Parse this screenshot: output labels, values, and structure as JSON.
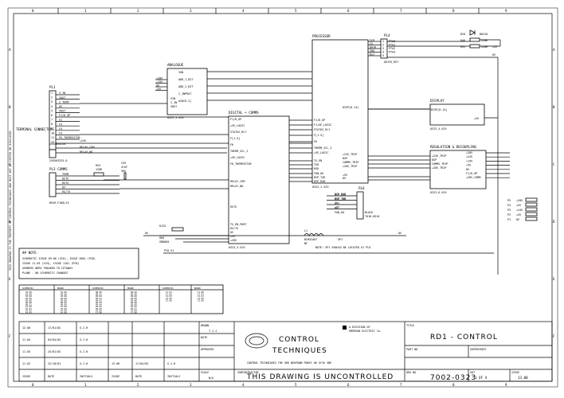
{
  "border": {
    "columns": [
      "0",
      "1",
      "2",
      "3",
      "4",
      "5",
      "6",
      "7",
      "8",
      "9"
    ],
    "rows": [
      "A",
      "B",
      "C",
      "D",
      "E",
      "F"
    ]
  },
  "blocks": {
    "processor": {
      "title": "PROCESSOR"
    },
    "analogue": {
      "title": "ANALOGUE",
      "sheet": "0323_3.SCH",
      "pins_left": [
        "+28V",
        "+15V",
        "0V",
        "+5V"
      ],
      "pins_right": [
        "ION",
        "ADD_1_BIT",
        "ADD_2_BIT",
        "I_INPROT",
        "AIDC0.2]"
      ],
      "pins_bottom": [
        "VIN",
        "I_IN",
        "VOUT"
      ]
    },
    "digital": {
      "title": "DIGITAL + COMMS",
      "sheet": "0323_5.SCH",
      "pins_left": [
        "F1/D_OP",
        "+VE_LOGIC",
        "STATUS_RLY",
        "F[1.5]",
        "F6",
        "THERM_SCL_2",
        "+VE_LOGIC",
        "F6_THERMISTOR",
        "RELAY_COM",
        "RELAY_NO",
        "RXTX",
        "TX_EN_PORT",
        "RX/TX",
        "0V",
        "+5V",
        "+28V"
      ],
      "pins_right": [
        "F1/D_OP",
        "F1+VE_LOGIC",
        "STATUS_RLY",
        "F[1.5]",
        "F6",
        "THERM_SCL_2",
        "+VE_LOGIC",
        "TX_EN",
        "TXD",
        "RXD",
        "FAN_OK",
        "DSP_TXD",
        "DSP_RXD"
      ]
    },
    "processor_port": {
      "sheet": "0323_2.SCH",
      "pins_left": [
        "DISP[0.14]",
        "+24V_TRIP",
        "DSP",
        "COMMS_TRIP",
        "+28V_TRIP",
        "+5V",
        "0V"
      ],
      "pins_right": [
        "DSP_RXD",
        "DSP_TXD",
        "0V",
        "+5V"
      ]
    },
    "display": {
      "title": "DISPLAY",
      "sheet": "0323_4.SCH",
      "pins_left": [
        "DISP[0.14]"
      ],
      "pins_right": [
        "+5V"
      ]
    },
    "regulation": {
      "title": "REGULATION & DECOUPLING",
      "sheet": "0323_6.SCH",
      "pins_left": [
        "+24V_TRIP",
        "DSP",
        "COMMS_TRIP",
        "+28V_TRIP"
      ],
      "pins_right": [
        "+28V",
        "+24V",
        "+15V",
        "+5V",
        "0V",
        "F1/D_OP",
        "+28V_COMM"
      ]
    },
    "pl4": {
      "label": "PL4",
      "pins": [
        "1",
        "2",
        "3",
        "4",
        "5"
      ],
      "nets": [
        "CLK",
        "CS",
        "DATA",
        "IRQ",
        "RST"
      ],
      "right": [
        "PTA0",
        "PTA1",
        "PTA2",
        "PTA3"
      ],
      "sub": "QUICK_KEY"
    },
    "pl1": {
      "label": "PL1",
      "title": "TERMINAL CONNECTORS",
      "pins": [
        "1",
        "2",
        "3",
        "4",
        "5",
        "6",
        "7",
        "8",
        "9",
        "10",
        "11",
        "12",
        "13",
        "14"
      ],
      "nets": [
        "V_IN",
        "IOUT",
        "I_TERM",
        "0V",
        "VOUT",
        "F1/D_OP",
        "F2",
        "F3",
        "F4",
        "F5",
        "F6_THERMISTOR"
      ],
      "part1": "2555044250",
      "part2": "255503325.0",
      "relay1": "RELAY_COM",
      "relay2": "RELAY_NO",
      "v24": "+24V"
    },
    "pl3": {
      "label": "PL3 COMMS",
      "nets": [
        "TERM",
        "RXTX",
        "RXTX",
        "0V",
        "RX/TX"
      ],
      "part": "B949-F188/15",
      "misc": [
        "R53",
        "120R",
        "C55",
        "47nF",
        "50V"
      ]
    },
    "pl6": {
      "label": "PL6",
      "nets": [
        "DSP_RXD",
        "DSP_TXD",
        "+5V",
        "0V",
        "FAN_OK"
      ],
      "part": "BLACK",
      "ref": "7018-0510"
    },
    "r125": {
      "label": "R125",
      "value": "0R0",
      "pkg": "SM0805",
      "net": "PI0.51"
    },
    "l1": {
      "label": "L1",
      "part": "BLM32A07",
      "note2": "NF",
      "sp1": "SP1",
      "note": "NOTE: SP1 SHOULD BE LOCATED AT PL6",
      "net0v": "0V"
    },
    "d20": {
      "label": "D20",
      "part": "BAS16",
      "r40": "R40",
      "r41": "R41",
      "v1": "220R",
      "v2": "220R",
      "v5": "+5V"
    },
    "pl5": {
      "pins": [
        "P5",
        "P4",
        "P3",
        "P2",
        "P1"
      ],
      "nets": [
        "+28V",
        "+5V",
        "+24V",
        "+5V",
        "0V"
      ]
    }
  },
  "note": {
    "title": "## NOTE-",
    "lines": [
      "SCHEMATIC ISSUE 09.06 (SCH), ISSUE 0901 (PCB)",
      "ISSUE 11.03 (SCH), ISSUE 1101 (PCB)",
      "GERBERS WERE TWEAKED TO CUTAWAY",
      "PLANE - NO SCHEMATIC CHANGES"
    ]
  },
  "issue_table": {
    "headers": [
      "SCHEMATIC",
      "BOARD",
      "SCHEMATIC",
      "BOARD",
      "SCHEMATIC",
      "BOARD"
    ],
    "col1": [
      [
        "01.00",
        "01.00"
      ],
      [
        "02.00",
        "02.00"
      ],
      [
        "03.00",
        "03.00"
      ],
      [
        "04.00",
        "04.00"
      ],
      [
        "05.00",
        "05.00"
      ],
      [
        "06.00",
        "06.00"
      ],
      [
        "06.01",
        "06.00"
      ],
      [
        "07.00",
        "07.00"
      ],
      [
        "07.01",
        "07.00"
      ],
      [
        "07.02",
        "07.00"
      ],
      [
        "07.03",
        "07.00"
      ]
    ],
    "col2": [
      [
        "08.00",
        "08.00"
      ],
      [
        "08.01",
        "08.00"
      ],
      [
        "09.00",
        "09.00"
      ],
      [
        "09.01",
        "09.00"
      ],
      [
        "09.02",
        "09.00"
      ],
      [
        "09.03",
        "09.00"
      ],
      [
        "09.04",
        "09.00"
      ],
      [
        "09.05",
        "09.00"
      ],
      [
        "09.06",
        "09.01"
      ],
      [
        "10.00",
        "10.00"
      ],
      [
        "11.00",
        "11.00"
      ]
    ],
    "col3": [
      [
        "11.01",
        "11.00"
      ],
      [
        "11.02",
        "11.01"
      ],
      [
        "11.03",
        "11.01"
      ],
      [
        "12.00",
        "12.00"
      ],
      [
        "13.00",
        "13.00"
      ]
    ]
  },
  "revision_table": {
    "rows": [
      [
        "12.00",
        "17/01/02",
        "G.J.H",
        "",
        "",
        ""
      ],
      [
        "11.04",
        "03/04/02",
        "G.J.H",
        "",
        "",
        ""
      ],
      [
        "11.03",
        "25/01/02",
        "G.J.H",
        "",
        "",
        ""
      ],
      [
        "11.02",
        "22/10/01",
        "G.J.H",
        "13.00",
        "17/04/02",
        "G.J.H"
      ]
    ],
    "headers": [
      "ISSUE",
      "DATE",
      "INITIALS",
      "ISSUE",
      "DATE",
      "INITIALS"
    ]
  },
  "titleblock": {
    "drawn": "DRAWN",
    "drawn_by": "T.J.J",
    "date": "DATE",
    "approved": "APPROVED",
    "scale": "SCALE",
    "scale_val": "N/A",
    "subcontractor": "SUBCONTRACTOR",
    "company1": "CONTROL",
    "company2": "TECHNIQUES",
    "division1": "A DIVISION OF",
    "division2": "EMERSON ELECTRIC Co.",
    "address": "CONTROL TECHNIQUES  THE GRO NEWTOWN POWYS UK SY16 3BE",
    "title_label": "TITLE",
    "title": "RD1 - CONTROL",
    "part_no": "PART NO",
    "supercedes": "SUPERCEDES",
    "drg_no": "DRG NO",
    "drg_val": "7002-0323",
    "sht": "SHT",
    "sht_val": "1 OF 4",
    "issue": "ISSUE",
    "issue_val": "13.00",
    "uncontrolled": "THIS DRAWING IS UNCONTROLLED"
  },
  "side_note": "THIS DRAWING IS THE PROPERTY OF CONTROL TECHNIQUES AND MUST NOT BE COPIED OR DISCLOSED",
  "colors": {
    "ink": "#000000",
    "paper": "#ffffff"
  }
}
